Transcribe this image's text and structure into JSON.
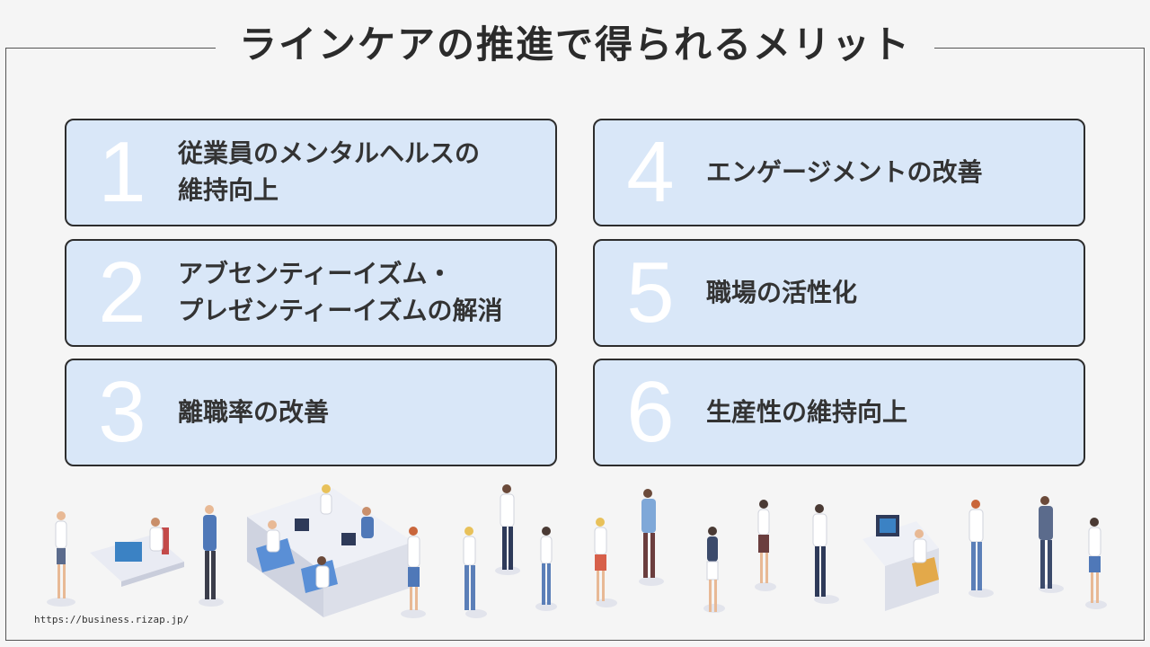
{
  "title": "ラインケアの推進で得られるメリット",
  "cards": [
    {
      "num": "1",
      "label": "従業員のメンタルヘルスの\n維持向上"
    },
    {
      "num": "2",
      "label": "アブセンティーイズム・\nプレゼンティーイズムの解消"
    },
    {
      "num": "3",
      "label": "離職率の改善"
    },
    {
      "num": "4",
      "label": "エンゲージメントの改善"
    },
    {
      "num": "5",
      "label": "職場の活性化"
    },
    {
      "num": "6",
      "label": "生産性の維持向上"
    }
  ],
  "source_url": "https://business.rizap.jp/",
  "colors": {
    "card_bg": "#d9e7f8",
    "card_border": "#2d2d2d",
    "number": "#ffffff",
    "title": "#2b2b2b"
  }
}
